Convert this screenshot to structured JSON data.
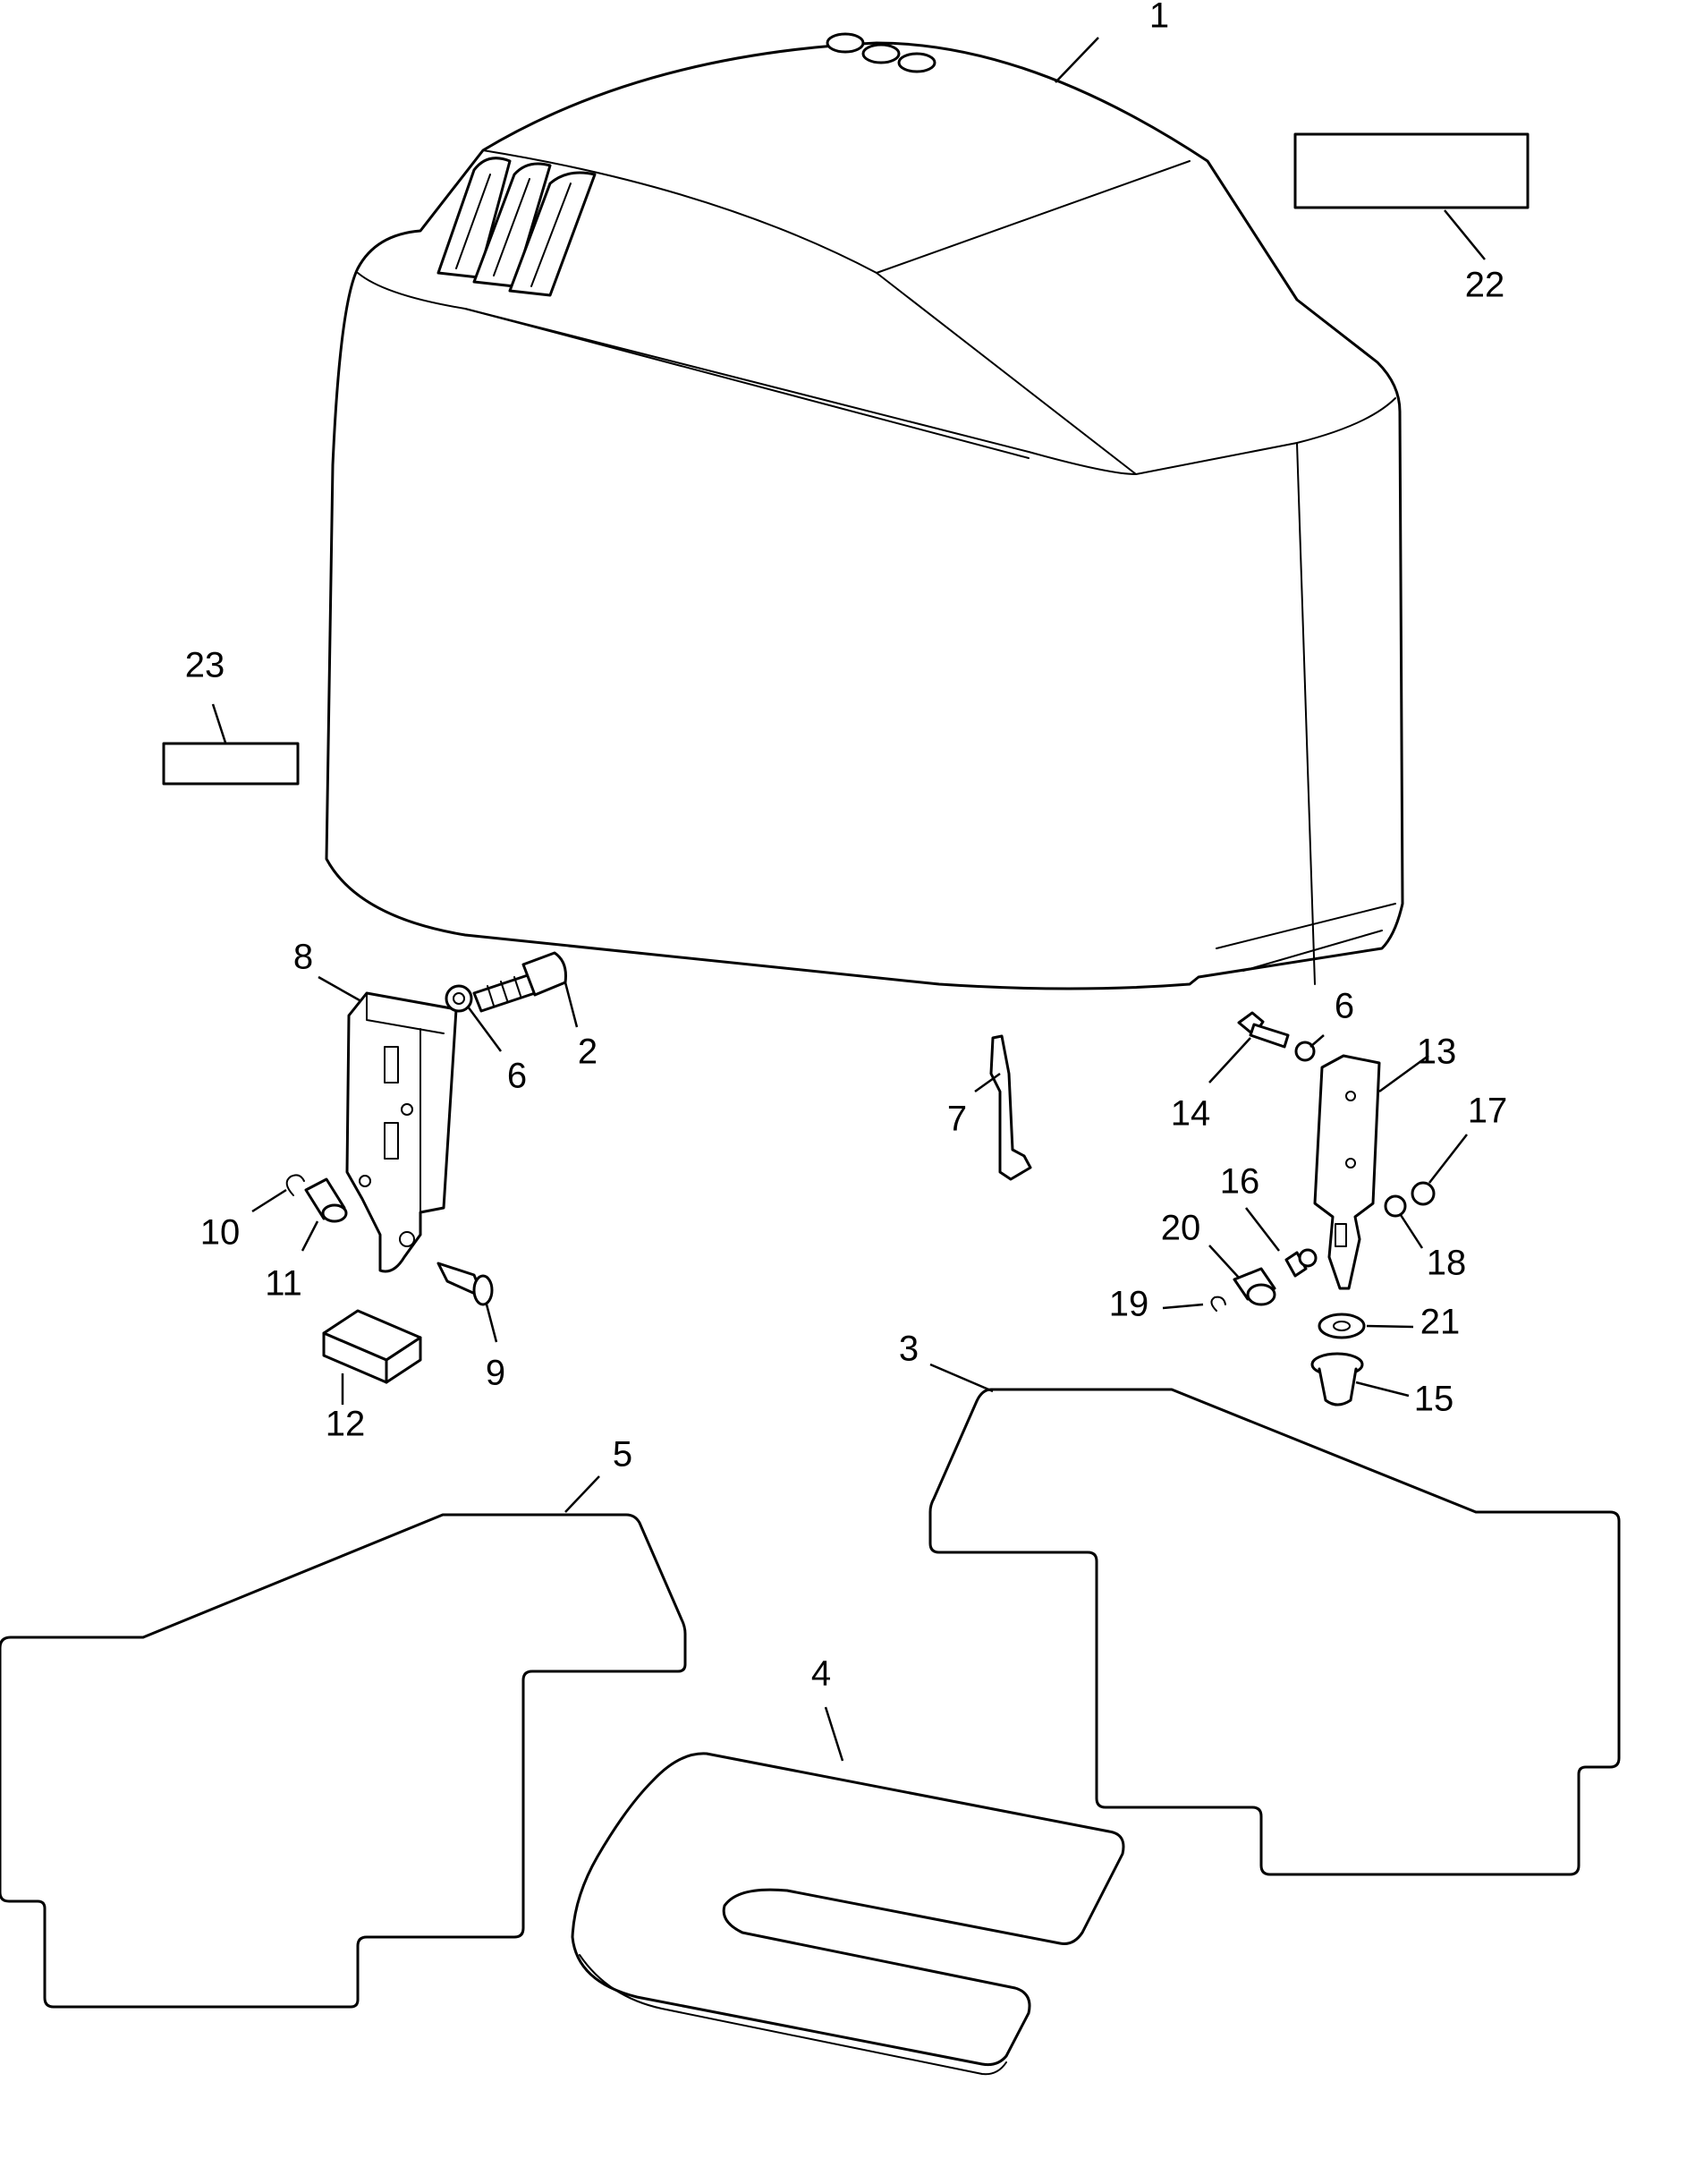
{
  "callouts": [
    {
      "id": "1",
      "label": "1"
    },
    {
      "id": "2",
      "label": "2"
    },
    {
      "id": "3",
      "label": "3"
    },
    {
      "id": "4",
      "label": "4"
    },
    {
      "id": "5",
      "label": "5"
    },
    {
      "id": "6a",
      "label": "6"
    },
    {
      "id": "6b",
      "label": "6"
    },
    {
      "id": "7",
      "label": "7"
    },
    {
      "id": "8",
      "label": "8"
    },
    {
      "id": "9",
      "label": "9"
    },
    {
      "id": "10",
      "label": "10"
    },
    {
      "id": "11",
      "label": "11"
    },
    {
      "id": "12",
      "label": "12"
    },
    {
      "id": "13",
      "label": "13"
    },
    {
      "id": "14",
      "label": "14"
    },
    {
      "id": "15",
      "label": "15"
    },
    {
      "id": "16",
      "label": "16"
    },
    {
      "id": "17",
      "label": "17"
    },
    {
      "id": "18",
      "label": "18"
    },
    {
      "id": "19",
      "label": "19"
    },
    {
      "id": "20",
      "label": "20"
    },
    {
      "id": "21",
      "label": "21"
    },
    {
      "id": "22",
      "label": "22"
    },
    {
      "id": "23",
      "label": "23"
    }
  ]
}
